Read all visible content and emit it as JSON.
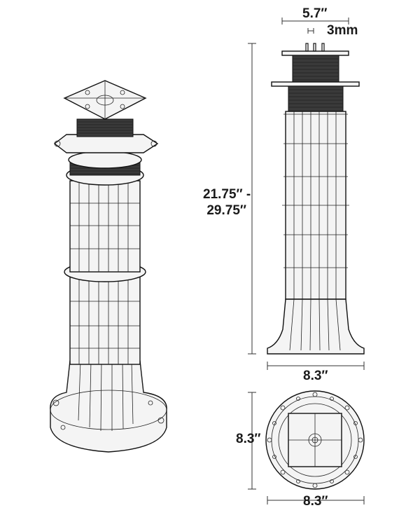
{
  "dimensions": {
    "top_width": "5.7″",
    "tab_width": "3mm",
    "height_line1": "21.75″ -",
    "height_line2": "29.75″",
    "base_width_side": "8.3″",
    "base_depth": "8.3″",
    "base_width_plan": "8.3″"
  }
}
